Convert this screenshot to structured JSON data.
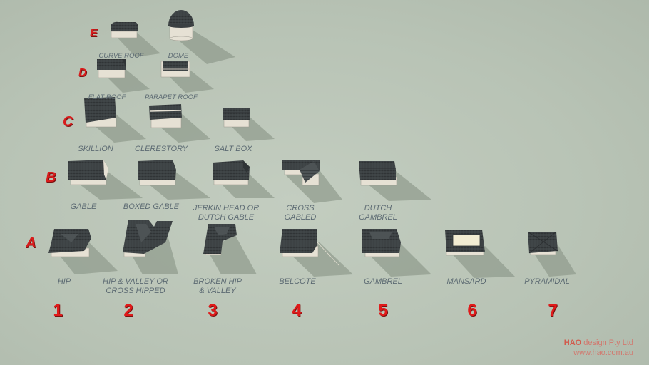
{
  "rows": [
    {
      "letter": "E",
      "key": "row-e"
    },
    {
      "letter": "D",
      "key": "row-d"
    },
    {
      "letter": "C",
      "key": "row-c"
    },
    {
      "letter": "B",
      "key": "row-b"
    },
    {
      "letter": "A",
      "key": "row-a"
    }
  ],
  "columns": [
    "1",
    "2",
    "3",
    "4",
    "5",
    "6",
    "7"
  ],
  "roofs": {
    "e_curve": [
      "CURVE ROOF"
    ],
    "e_dome": [
      "DOME"
    ],
    "d_flat": [
      "FLAT ROOF"
    ],
    "d_parapet": [
      "PARAPET ROOF"
    ],
    "c_skillion": [
      "SKILLION"
    ],
    "c_clerestory": [
      "CLERESTORY"
    ],
    "c_saltbox": [
      "SALT BOX"
    ],
    "b_gable": [
      "GABLE"
    ],
    "b_boxed": [
      "BOXED GABLE"
    ],
    "b_jerkin": [
      "JERKIN HEAD OR",
      "DUTCH GABLE"
    ],
    "b_cross": [
      "CROSS",
      "GABLED"
    ],
    "b_dutch": [
      "DUTCH",
      "GAMBREL"
    ],
    "a_hip": [
      "HIP"
    ],
    "a_hipvalley": [
      "HIP & VALLEY OR",
      "CROSS HIPPED"
    ],
    "a_broken": [
      "BROKEN HIP",
      "& VALLEY"
    ],
    "a_belcote": [
      "BELCOTE"
    ],
    "a_gambrel": [
      "GAMBREL"
    ],
    "a_mansard": [
      "MANSARD"
    ],
    "a_pyramidal": [
      "PYRAMIDAL"
    ]
  },
  "brand": {
    "name_bold": "HAO",
    "name_rest": " design Pty Ltd",
    "url": "www.hao.com.au"
  },
  "colors": {
    "background": "#b9c4b6",
    "roof": "#3f4446",
    "wall": "#e6e1d4",
    "label": "#5d6b73",
    "accent_red": "#d81c1c"
  }
}
